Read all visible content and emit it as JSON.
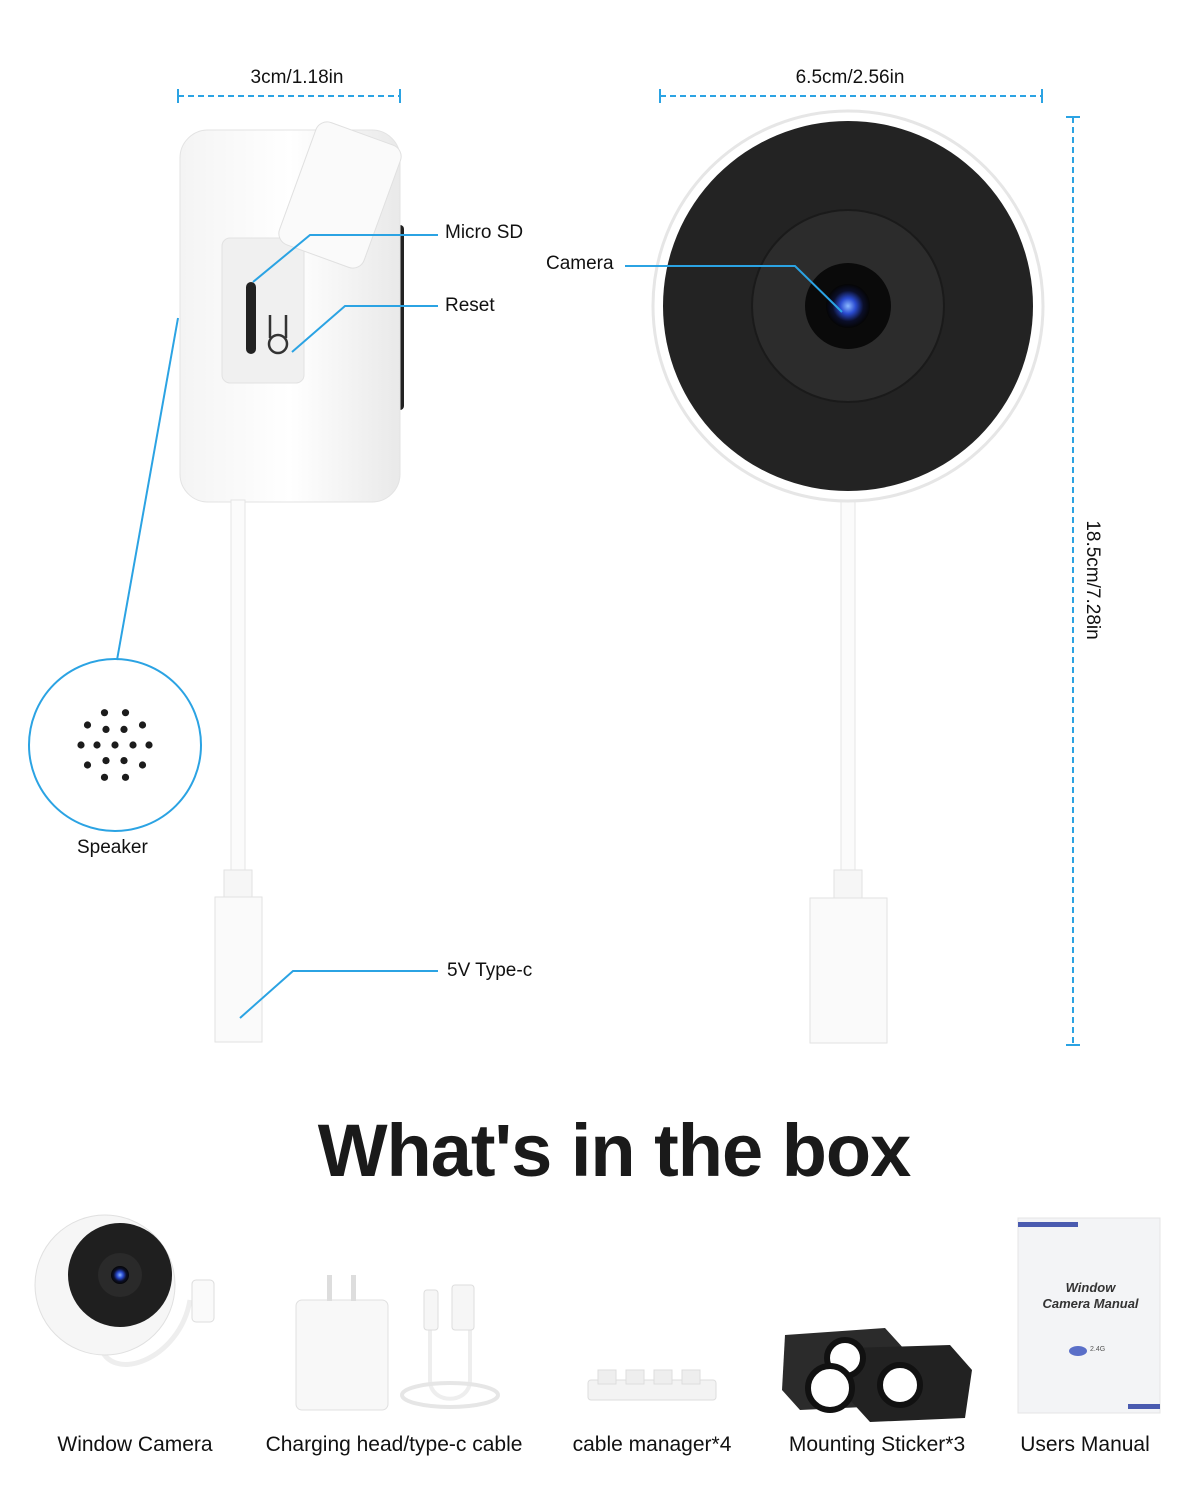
{
  "dimensions": {
    "side_width": "3cm/1.18in",
    "front_width": "6.5cm/2.56in",
    "height": "18.5cm/7.28in"
  },
  "callouts": {
    "micro_sd": "Micro SD",
    "reset": "Reset",
    "camera": "Camera",
    "type_c": "5V Type-c",
    "speaker": "Speaker"
  },
  "box_section": {
    "title": "What's in the box",
    "items": [
      {
        "label": "Window Camera"
      },
      {
        "label": "Charging head/type-c cable"
      },
      {
        "label": "cable manager*4"
      },
      {
        "label": "Mounting Sticker*3"
      },
      {
        "label": "Users Manual"
      }
    ],
    "manual_cover": {
      "title_line1": "Window",
      "title_line2": "Camera Manual",
      "wifi": "2.4G"
    }
  },
  "colors": {
    "accent": "#2ba3e3",
    "text": "#111111"
  }
}
